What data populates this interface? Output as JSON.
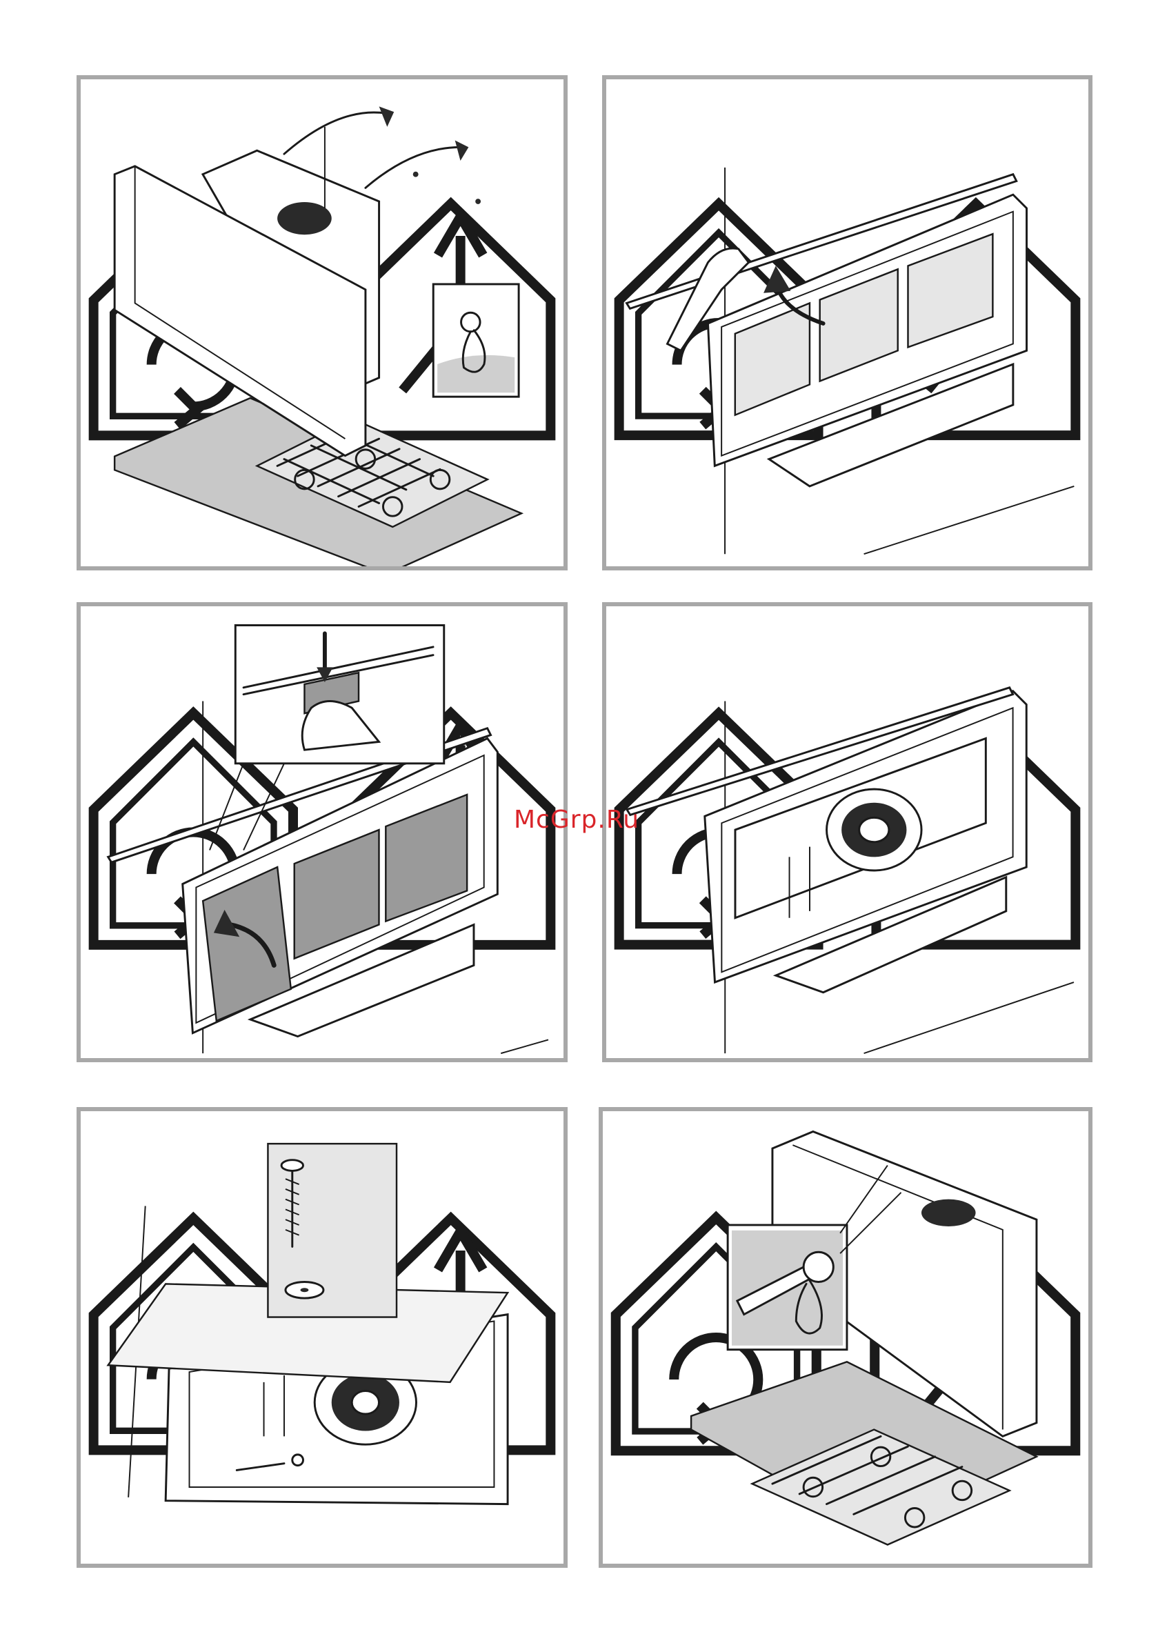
{
  "watermark": {
    "text": "McGrp.Ru"
  },
  "colors": {
    "frame": "#a8a8a8",
    "watermark": "#d9252a",
    "counter": "#c8c8c8"
  },
  "icons": [
    "recirculation-mode-icon",
    "ducted-extraction-mode-icon"
  ],
  "panels": [
    {
      "id": 1,
      "step": "remove-glass-panel"
    },
    {
      "id": 2,
      "step": "lift-glass-panel"
    },
    {
      "id": 3,
      "step": "remove-grease-filters"
    },
    {
      "id": 4,
      "step": "panel-open-motor-visible"
    },
    {
      "id": 5,
      "step": "fix-screw-and-washer"
    },
    {
      "id": 6,
      "step": "secure-glass-panel-with-screwdriver"
    }
  ]
}
